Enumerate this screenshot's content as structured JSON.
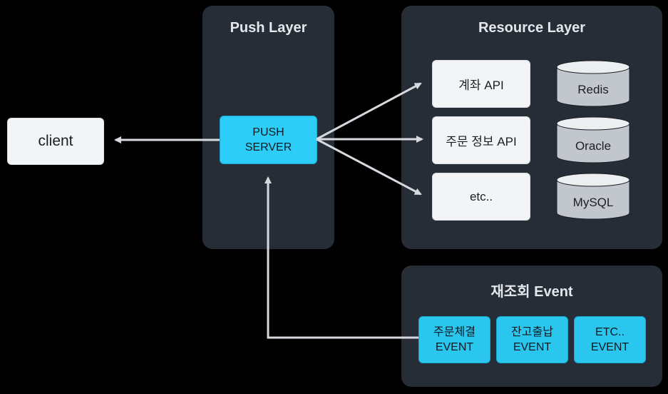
{
  "client": {
    "label": "client"
  },
  "push_layer": {
    "title": "Push Layer",
    "push_server": {
      "line1": "PUSH",
      "line2": "SERVER"
    }
  },
  "resource_layer": {
    "title": "Resource Layer",
    "apis": [
      {
        "label": "계좌 API"
      },
      {
        "label": "주문 정보 API"
      },
      {
        "label": "etc.."
      }
    ],
    "databases": [
      {
        "label": "Redis"
      },
      {
        "label": "Oracle"
      },
      {
        "label": "MySQL"
      }
    ]
  },
  "event_layer": {
    "title": "재조회 Event",
    "events": [
      {
        "line1": "주문체결",
        "line2": "EVENT"
      },
      {
        "line1": "잔고출납",
        "line2": "EVENT"
      },
      {
        "line1": "ETC..",
        "line2": "EVENT"
      }
    ]
  },
  "colors": {
    "background": "#000000",
    "panel": "#272d36",
    "accent_cyan": "#2bc6ee",
    "box_white": "#f3f4f5",
    "arrow": "#d6dade",
    "db_body": "#c2c7cd",
    "db_top": "#eceef0"
  }
}
